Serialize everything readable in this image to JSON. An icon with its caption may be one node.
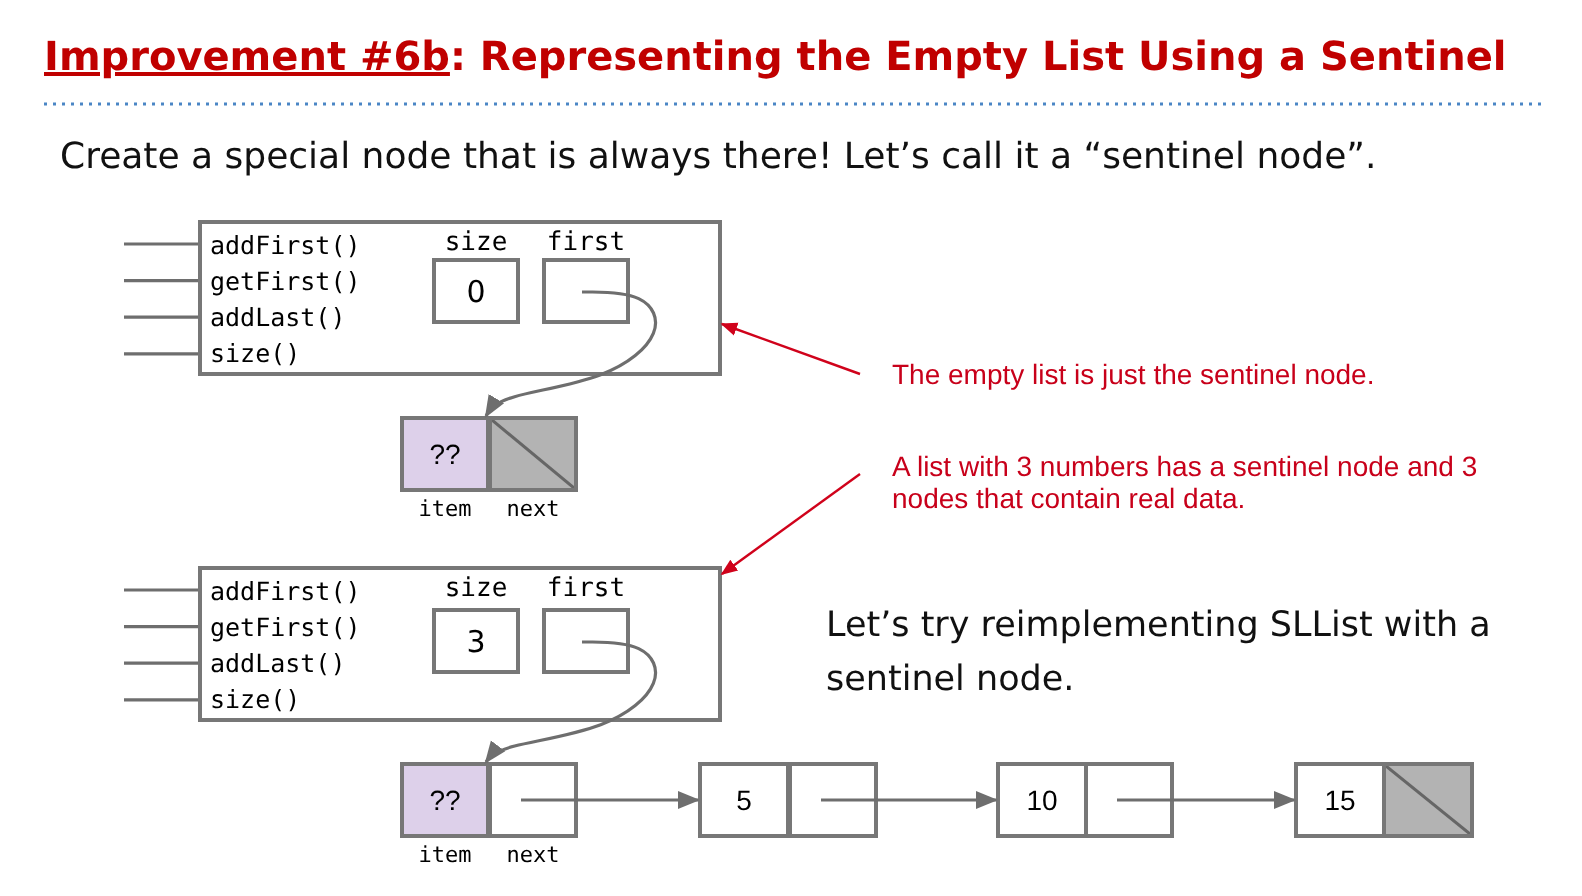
{
  "diagram": {
    "title": "Improvement #6b: Representing the Empty List Using a Sentinel",
    "nodes": [
      {
        "text": [
          "addFirst()",
          "getFirst()",
          "addLast()",
          "size()"
        ]
      },
      {
        "text": [
          "size",
          "0"
        ],
        "in": 0
      },
      {
        "text": [
          "first"
        ],
        "in": 0
      },
      {
        "text": [
          "??"
        ],
        "beside": [
          "item"
        ]
      },
      {
        "text": [],
        "shape": "box",
        "beside": [
          "next"
        ]
      },
      {
        "text": [
          "The empty list is just the sentinel node."
        ]
      },
      {
        "text": [
          "A list with 3 numbers has a sentinel node and 3 nodes that contain real data."
        ]
      },
      {
        "text": [
          "addFirst()",
          "getFirst()",
          "addLast()",
          "size()"
        ]
      },
      {
        "text": [
          "size",
          "3"
        ],
        "in": 7
      },
      {
        "text": [
          "first"
        ],
        "in": 7
      },
      {
        "text": [
          "??"
        ],
        "beside": [
          "item"
        ]
      },
      {
        "text": [],
        "shape": "box",
        "beside": [
          "next"
        ]
      },
      {
        "text": [
          "5"
        ]
      },
      {
        "text": [],
        "shape": "box"
      },
      {
        "text": [
          "10"
        ]
      },
      {
        "text": [],
        "shape": "box"
      },
      {
        "text": [
          "15"
        ]
      },
      {
        "text": [],
        "shape": "box"
      }
    ],
    "edges": [
      {
        "from": null,
        "to": 0,
        "arrow": "none"
      },
      {
        "from": null,
        "to": 0,
        "arrow": "none"
      },
      {
        "from": null,
        "to": 0,
        "arrow": "none"
      },
      {
        "from": null,
        "to": 0,
        "arrow": "none"
      },
      {
        "from": 2,
        "to": 3,
        "arrow": "to"
      },
      {
        "from": 5,
        "to": 0,
        "arrow": "to",
        "color": "#d0021b"
      },
      {
        "from": 6,
        "to": 7,
        "arrow": "to",
        "color": "#d0021b"
      },
      {
        "from": null,
        "to": 7,
        "arrow": "none"
      },
      {
        "from": null,
        "to": 7,
        "arrow": "none"
      },
      {
        "from": null,
        "to": 7,
        "arrow": "none"
      },
      {
        "from": null,
        "to": 7,
        "arrow": "none"
      },
      {
        "from": 9,
        "to": 10,
        "arrow": "to"
      },
      {
        "from": 11,
        "to": 12,
        "arrow": "to"
      },
      {
        "from": 13,
        "to": 14,
        "arrow": "to"
      },
      {
        "from": 15,
        "to": 16,
        "arrow": "to"
      }
    ],
    "labels": [
      "Create a special node that is always there! Let’s call it a “sentinel node”.",
      "Let’s try reimplementing SLList with a sentinel node."
    ]
  }
}
